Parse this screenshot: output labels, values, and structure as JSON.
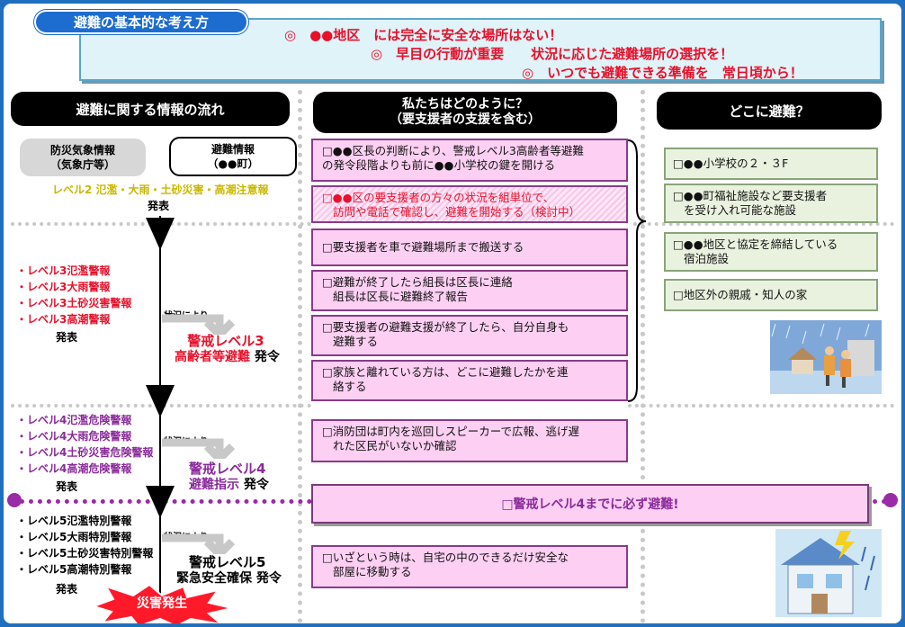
{
  "tag_label": "避難の基本的な考え方",
  "banner": {
    "line1": "◎　●●地区　には完全に安全な場所はない！",
    "line2": "◎　早目の行動が重要　　状況に応じた避難場所の選択を！",
    "line3": "◎　いつでも避難できる準備を　常日頃から！"
  },
  "headers": {
    "col1": "避難に関する情報の流れ",
    "col2_line1": "私たちはどのように？",
    "col2_line2": "（要支援者の支援を含む）",
    "col3": "どこに避難？"
  },
  "sources": {
    "left_line1": "防災気象情報",
    "left_line2": "（気象庁等）",
    "right_line1": "避難情報",
    "right_line2": "（●●町）"
  },
  "level2": {
    "text": "レベル2 氾濫・大雨・土砂災害・高潮注意報",
    "issued": "発表"
  },
  "level3": {
    "items": [
      "・レベル3氾濫警報",
      "・レベル3大雨警報",
      "・レベル3土砂災害警報",
      "・レベル3高潮警報"
    ],
    "issued": "発表",
    "condition": "状況により",
    "alert_line1": "警戒レベル3",
    "alert_line2": "高齢者等避難",
    "alert_suffix": "発令"
  },
  "level4": {
    "items": [
      "・レベル4氾濫危険警報",
      "・レベル4大雨危険警報",
      "・レベル4土砂災害危険警報",
      "・レベル4高潮危険警報"
    ],
    "issued": "発表",
    "condition": "状況により",
    "alert_line1": "警戒レベル4",
    "alert_line2": "避難指示",
    "alert_suffix": "発令"
  },
  "level5": {
    "items": [
      "・レベル5氾濫特別警報",
      "・レベル5大雨特別警報",
      "・レベル5土砂災害特別警報",
      "・レベル5高潮特別警報"
    ],
    "issued": "発表",
    "condition": "状況により",
    "alert_line1": "警戒レベル5",
    "alert_line2": "緊急安全確保",
    "alert_suffix": "発令"
  },
  "disaster": "災害発生",
  "actions": [
    {
      "line1": "□●●区長の判断により、警戒レベル3高齢者等避難",
      "line2": "の発令段階よりも前に●●小学校の鍵を開ける"
    },
    {
      "line1": "□●●区の要支援者の方々の状況を組単位で、",
      "line2": "訪問や電話で確認し、避難を開始する（検討中）"
    },
    {
      "line1": "□要支援者を車で避難場所まで搬送する",
      "line2": ""
    },
    {
      "line1": "□避難が終了したら組長は区長に連絡",
      "line2": "組長は区長に避難終了報告"
    },
    {
      "line1": "□要支援者の避難支援が終了したら、自分自身も",
      "line2": "避難する"
    },
    {
      "line1": "□家族と離れている方は、どこに避難したかを連",
      "line2": "絡する"
    },
    {
      "line1": "□消防団は町内を巡回しスピーカーで広報、逃げ遅",
      "line2": "れた区民がいないか確認"
    },
    {
      "line1": "□いざという時は、自宅の中のできるだけ安全な",
      "line2": "部屋に移動する"
    }
  ],
  "must_evacuate": "□警戒レベル4までに必ず避難!",
  "places": [
    {
      "line1": "□●●小学校の２・３F",
      "line2": ""
    },
    {
      "line1": "□●●町福祉施設など要支援者",
      "line2": "を受け入れ可能な施設"
    },
    {
      "line1": "□●●地区と協定を締結している",
      "line2": "宿泊施設"
    },
    {
      "line1": "□地区外の親戚・知人の家",
      "line2": ""
    }
  ],
  "colors": {
    "frame": "#1f6fc0",
    "alert_red": "#e8102a",
    "level4_purple": "#8a2a9a",
    "action_pink": "#fdd0f3",
    "place_green": "#e9f2df"
  }
}
